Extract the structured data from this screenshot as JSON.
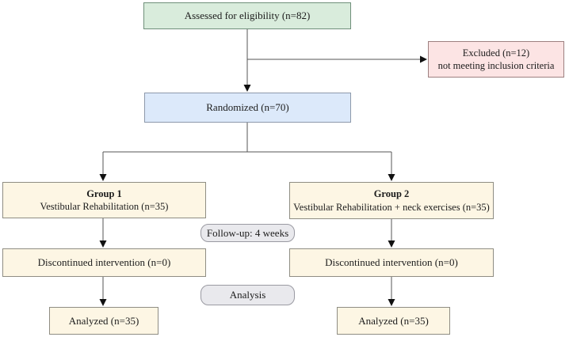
{
  "diagram": {
    "type": "flowchart",
    "nodes": {
      "assessed": {
        "label": "Assessed for eligibility (n=82)"
      },
      "excluded": {
        "line1": "Excluded (n=12)",
        "line2": "not meeting inclusion criteria"
      },
      "randomized": {
        "label": "Randomized (n=70)"
      },
      "group1": {
        "title": "Group 1",
        "subtitle": "Vestibular Rehabilitation (n=35)"
      },
      "group2": {
        "title": "Group 2",
        "subtitle": "Vestibular Rehabilitation + neck exercises (n=35)"
      },
      "followup": {
        "label": "Follow-up: 4 weeks"
      },
      "discontinued1": {
        "label": "Discontinued intervention (n=0)"
      },
      "discontinued2": {
        "label": "Discontinued intervention (n=0)"
      },
      "analysis": {
        "label": "Analysis"
      },
      "analyzed1": {
        "label": "Analyzed (n=35)"
      },
      "analyzed2": {
        "label": "Analyzed (n=35)"
      }
    },
    "colors": {
      "assessed_fill": "#d9ecdc",
      "assessed_border": "#6f8f7a",
      "excluded_fill": "#fce4e4",
      "excluded_border": "#9d8080",
      "randomized_fill": "#dce9fa",
      "randomized_border": "#8d99ab",
      "group_fill": "#fdf6e4",
      "group_border": "#8f8d83",
      "stage_fill": "#e9e9ed",
      "stage_border": "#9a9aa2",
      "line": "#555555",
      "arrow": "#111111"
    }
  }
}
